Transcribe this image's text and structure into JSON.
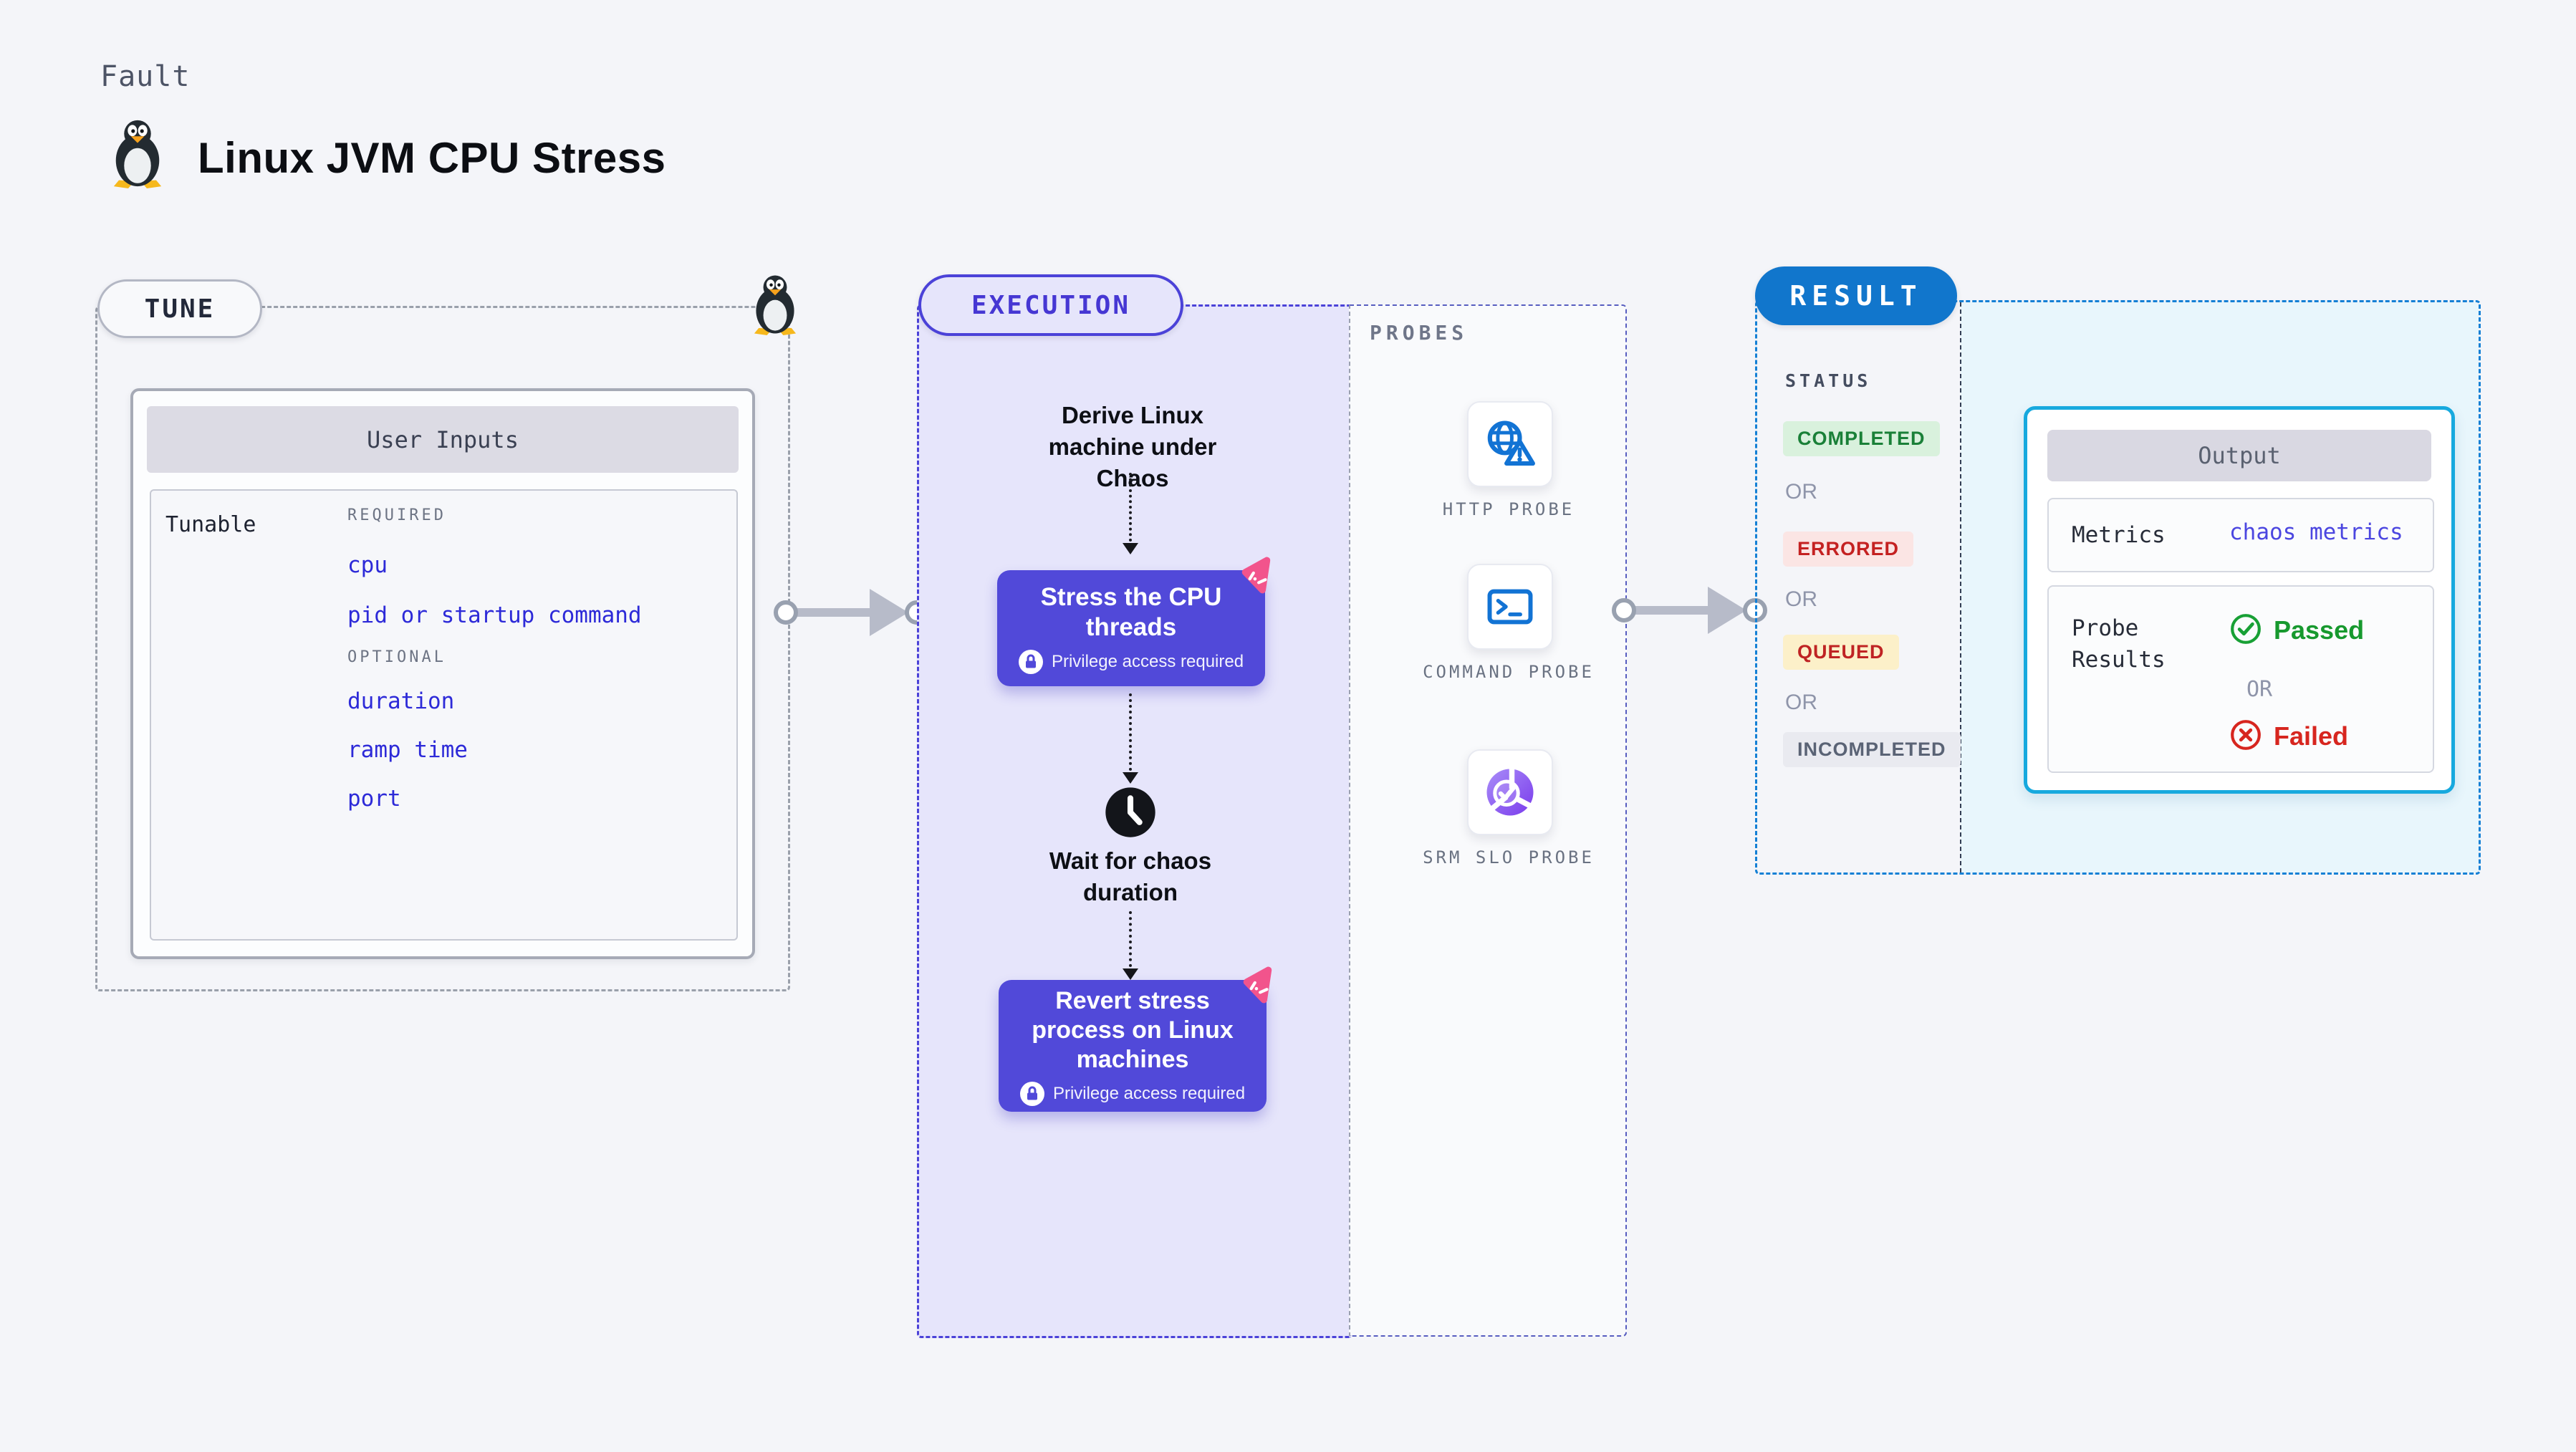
{
  "header": {
    "eyebrow": "Fault",
    "title": "Linux JVM CPU Stress"
  },
  "tune": {
    "pill": "TUNE",
    "table": {
      "title": "User Inputs",
      "row_label": "Tunable",
      "required_heading": "REQUIRED",
      "required_items": [
        "cpu",
        "pid or startup command"
      ],
      "optional_heading": "OPTIONAL",
      "optional_items": [
        "duration",
        "ramp time",
        "port"
      ]
    }
  },
  "execution": {
    "pill": "EXECUTION",
    "derive_step": "Derive Linux machine under Chaos",
    "stress_step": {
      "title": "Stress the CPU threads",
      "badge": "Privilege access required"
    },
    "wait_step": "Wait for chaos duration",
    "revert_step": {
      "title": "Revert stress process on Linux machines",
      "badge": "Privilege access required"
    }
  },
  "probes": {
    "heading": "PROBES",
    "items": [
      {
        "label": "HTTP PROBE",
        "icon": "globe-alert-icon"
      },
      {
        "label": "COMMAND PROBE",
        "icon": "terminal-icon"
      },
      {
        "label": "SRM SLO PROBE",
        "icon": "slo-pie-icon"
      }
    ]
  },
  "result": {
    "pill": "RESULT",
    "status_heading": "STATUS",
    "or": "OR",
    "statuses": [
      {
        "label": "COMPLETED",
        "fg": "#1a8038",
        "bg": "#d9f1dd"
      },
      {
        "label": "ERRORED",
        "fg": "#c42121",
        "bg": "#fbe5e4"
      },
      {
        "label": "QUEUED",
        "fg": "#bf2323",
        "bg": "#fcf0c9"
      },
      {
        "label": "INCOMPLETED",
        "fg": "#5a6375",
        "bg": "#e9eaf0"
      }
    ],
    "output": {
      "title": "Output",
      "metrics_label": "Metrics",
      "metrics_value": "chaos metrics",
      "probe_results_label": "Probe Results",
      "passed": "Passed",
      "or": "OR",
      "failed": "Failed"
    }
  },
  "colors": {
    "page_bg": "#f4f5f9",
    "step_box": "#5149d9",
    "execution_fill": "#e6e5fb",
    "execution_border": "#4b42d8",
    "result_border": "#1480d5",
    "result_fill": "#e8f6fc",
    "result_pill": "#1176cc",
    "output_border": "#17a9de",
    "chaos_icon_pink": "#f2548c",
    "probe_icon_blue": "#1273d4",
    "arrow_gray": "#b7bbc9",
    "link_blue": "#2d2ad8"
  }
}
